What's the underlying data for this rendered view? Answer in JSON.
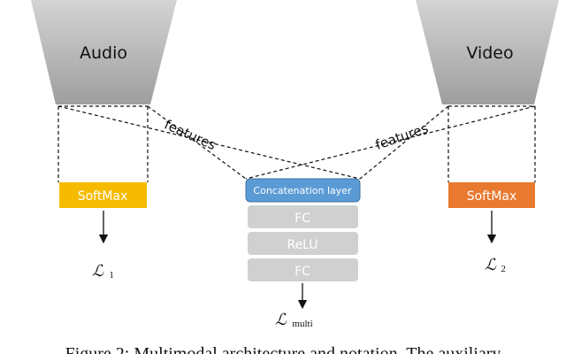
{
  "encoders": {
    "audio": {
      "label": "Audio"
    },
    "video": {
      "label": "Video"
    }
  },
  "features": {
    "left": "features",
    "right": "features"
  },
  "heads": {
    "audio_softmax": {
      "label": "SoftMax",
      "color": "#f6bb00"
    },
    "video_softmax": {
      "label": "SoftMax",
      "color": "#e8792f"
    }
  },
  "fusion": {
    "concat": {
      "label": "Concatenation layer",
      "color": "#5b9bd5"
    },
    "layers": [
      {
        "label": "FC"
      },
      {
        "label": "ReLU"
      },
      {
        "label": "FC"
      }
    ],
    "layer_color": "#d0d0d0"
  },
  "losses": {
    "audio": {
      "symbol": "ℒ",
      "sub": "1"
    },
    "video": {
      "symbol": "ℒ",
      "sub": "2"
    },
    "multi": {
      "symbol": "ℒ",
      "sub": "multi"
    }
  },
  "encoder_color": "#a9a9a9",
  "caption": "Figure 2: Multimodal architecture and notation. The auxiliary"
}
